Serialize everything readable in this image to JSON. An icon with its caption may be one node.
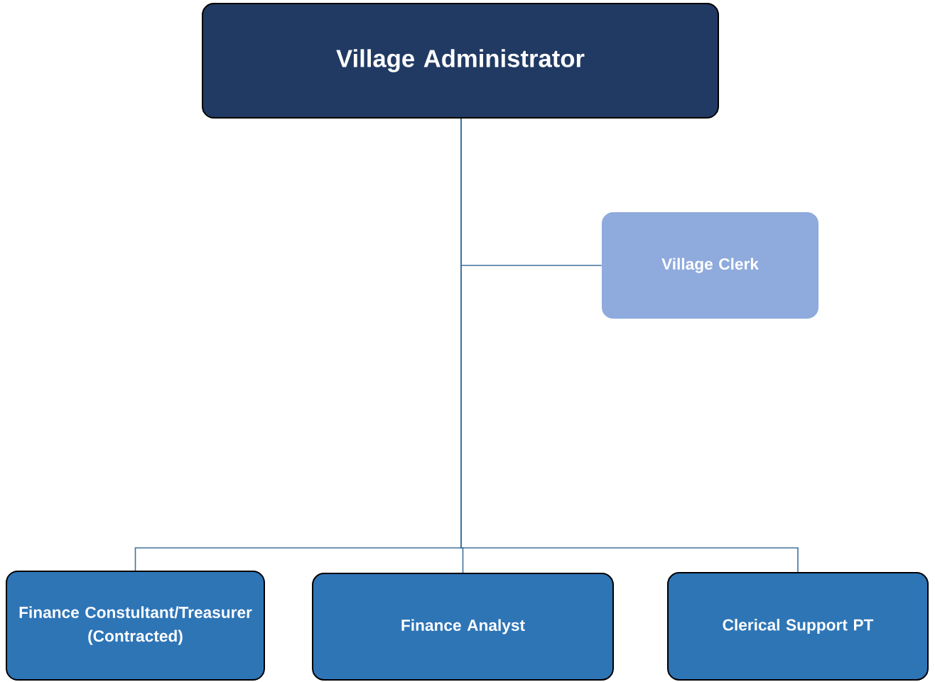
{
  "diagram": {
    "nodes": [
      {
        "text": [
          "Village Administrator"
        ]
      },
      {
        "text": [
          "Village Clerk"
        ]
      },
      {
        "text": [
          "Finance Constultant/Treasurer",
          "(Contracted)"
        ]
      },
      {
        "text": [
          "Finance Analyst"
        ]
      },
      {
        "text": [
          "Clerical Support PT"
        ]
      }
    ],
    "edges": [
      {
        "from": 0,
        "to": 1,
        "arrow": "none"
      },
      {
        "from": 0,
        "to": 2,
        "arrow": "none"
      },
      {
        "from": 0,
        "to": 3,
        "arrow": "none"
      },
      {
        "from": 0,
        "to": 4,
        "arrow": "none"
      }
    ]
  }
}
